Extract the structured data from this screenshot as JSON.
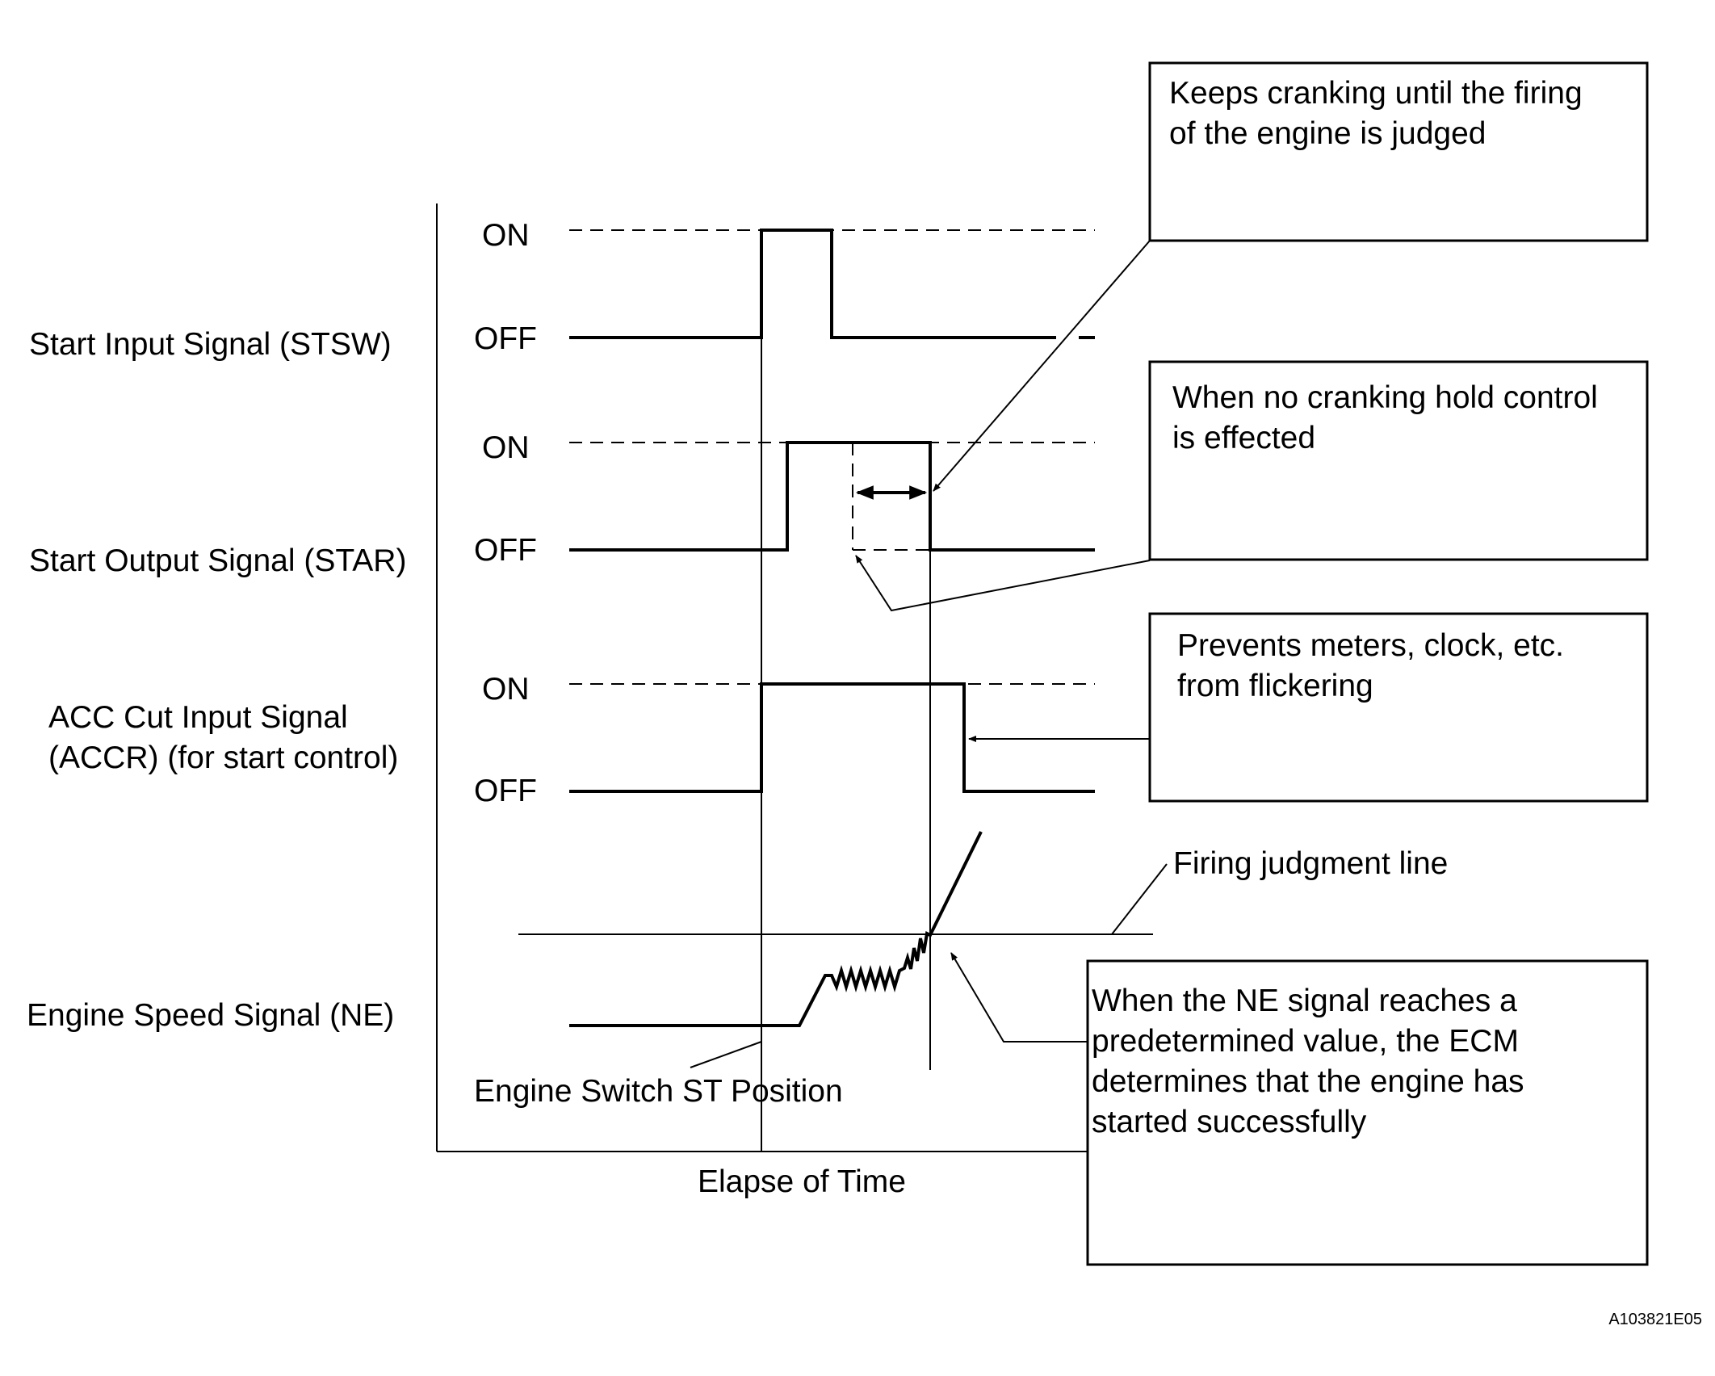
{
  "signals": [
    {
      "label": "Start Input Signal (STSW)",
      "on": "ON",
      "off": "OFF"
    },
    {
      "label": "Start Output Signal (STAR)",
      "on": "ON",
      "off": "OFF"
    },
    {
      "label_lines": [
        "ACC Cut Input Signal",
        "(ACCR) (for start control)"
      ],
      "on": "ON",
      "off": "OFF"
    },
    {
      "label": "Engine Speed Signal (NE)"
    }
  ],
  "x_axis_label": "Elapse of Time",
  "engine_switch_label": "Engine Switch ST Position",
  "firing_line_label": "Firing judgment line",
  "notes": {
    "keeps_cranking": [
      "Keeps cranking until the firing",
      "of the engine is judged"
    ],
    "no_hold": [
      "When no cranking hold control",
      "is effected"
    ],
    "prevents_flicker": [
      "Prevents meters, clock, etc.",
      "from flickering"
    ],
    "ne_reaches": [
      "When the NE signal reaches a",
      "predetermined value, the ECM",
      "determines that the engine has",
      "started successfully"
    ]
  },
  "figure_code": "A103821E05"
}
